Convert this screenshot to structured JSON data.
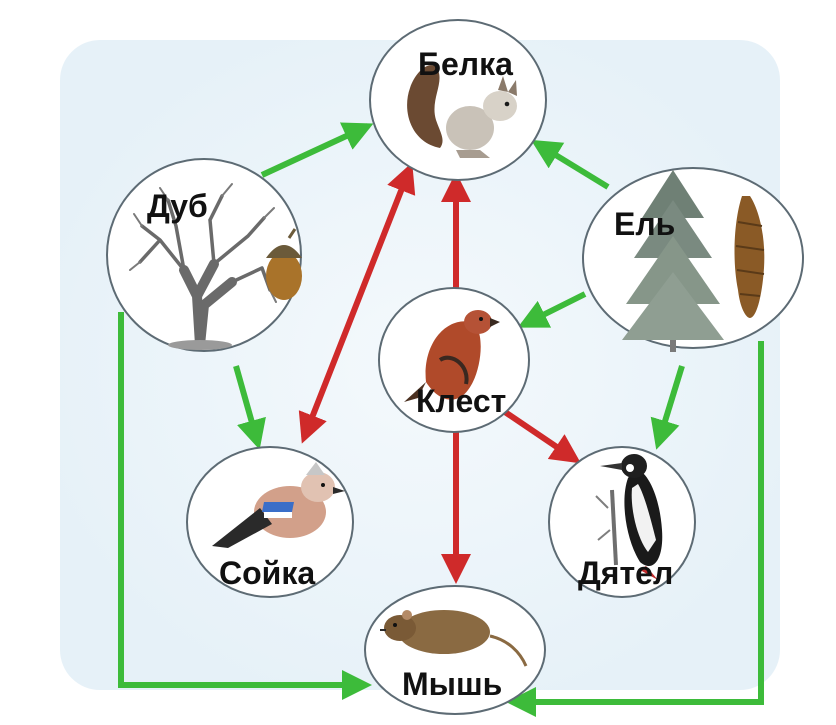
{
  "nodes": {
    "squirrel": {
      "label": "Белка"
    },
    "oak": {
      "label": "Дуб"
    },
    "spruce": {
      "label": "Ель"
    },
    "crossbill": {
      "label": "Клест"
    },
    "jay": {
      "label": "Сойка"
    },
    "woodpecker": {
      "label": "Дятел"
    },
    "mouse": {
      "label": "Мышь"
    }
  },
  "colors": {
    "background": "#ffffff",
    "panel": "#eef6fb",
    "node_fill": "#ffffff",
    "node_border": "#5d6b74",
    "green_arrow": "#3dbb3a",
    "red_arrow": "#cf2a2a"
  }
}
